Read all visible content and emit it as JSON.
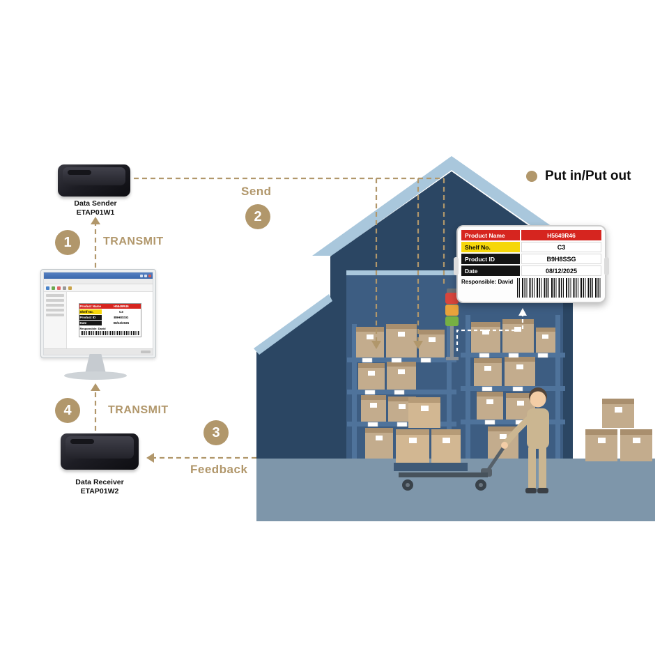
{
  "devices": {
    "sender": {
      "name": "Data Sender",
      "model": "ETAP01W1"
    },
    "receiver": {
      "name": "Data Receiver",
      "model": "ETAP01W2"
    }
  },
  "steps": {
    "one": {
      "num": "1",
      "label": "TRANSMIT"
    },
    "two": {
      "num": "2",
      "label": "Send"
    },
    "three": {
      "num": "3",
      "label": "Feedback"
    },
    "four": {
      "num": "4",
      "label": "TRANSMIT"
    }
  },
  "legend": {
    "put_label": "Put in/Put out"
  },
  "esl_label": {
    "product_name_label": "Product Name",
    "product_name_value": "H5649R46",
    "shelf_no_label": "Shelf No.",
    "shelf_no_value": "C3",
    "product_id_label": "Product ID",
    "product_id_value": "B9H8SSG",
    "date_label": "Date",
    "date_value": "08/12/2025",
    "responsible": "Responsible: David"
  },
  "colors": {
    "accent_tan": "#b1976b",
    "esl_red": "#d6251f",
    "esl_yellow": "#f6d70a",
    "house_navy": "#2b4663",
    "house_light_blue": "#a9c7dc",
    "ground_blue": "#7e96aa"
  }
}
